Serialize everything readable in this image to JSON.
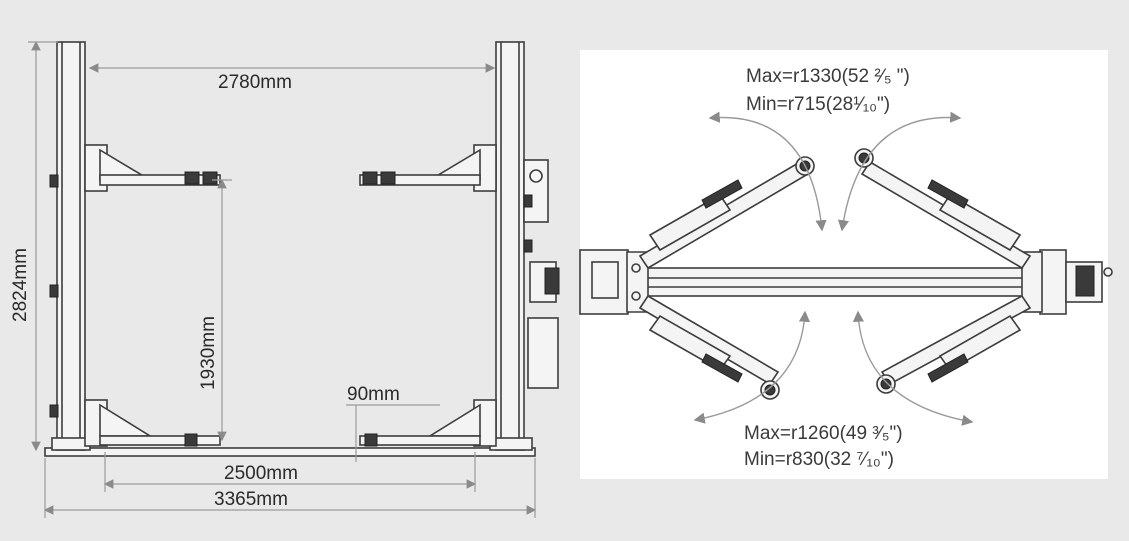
{
  "front_view": {
    "total_width": "3365mm",
    "inner_width": "2500mm",
    "column_span": "2780mm",
    "overall_height": "2824mm",
    "arm_height": "1930mm",
    "pad_height": "90mm"
  },
  "top_view": {
    "front_arm_max": "Max=r1330(52 ²⁄₅ \")",
    "front_arm_min": "Min=r715(28¹⁄₁₀\")",
    "rear_arm_max": "Max=r1260(49 ³⁄₅\")",
    "rear_arm_min": "Min=r830(32 ⁷⁄₁₀\")"
  },
  "colors": {
    "background": "#e9e9e9",
    "panel": "#ffffff",
    "line": "#3d3d3d",
    "dimension": "#9a9a9a"
  }
}
